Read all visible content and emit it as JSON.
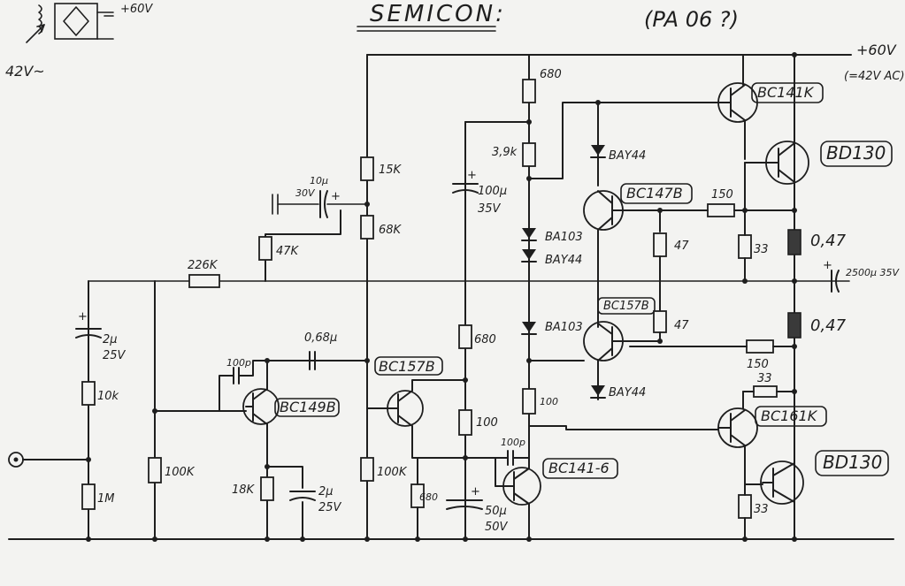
{
  "header": {
    "title": "SEMICON:",
    "note": "(PA 06 ?)",
    "supply_v": "+60V",
    "mains": "42V~",
    "rail_v": "+60V",
    "rail_note": "(=42V AC)"
  },
  "transistors": {
    "q_in": "BC149B",
    "q_fb": "BC157B",
    "q_vas": "BC141-6",
    "q_drv_n": "BC141K",
    "q_bias_a": "BC147B",
    "q_bias_b": "BC157B",
    "q_drv_p": "BC161K",
    "q_out_top": "BD130",
    "q_out_bot": "BD130"
  },
  "resistors": {
    "r_in_series": "10k",
    "r_in_shunt": "1M",
    "r_bias_base": "100K",
    "r_feedback": "226K",
    "r_47k": "47K",
    "r_15k": "15K",
    "r_68k": "68K",
    "r_18k": "18K",
    "r_100k_b": "100K",
    "r_680_a": "680",
    "r_100_a": "100",
    "r_680_b": "680",
    "r_680_c": "680",
    "r_39k": "3,9k",
    "r_100_b": "100",
    "r_150_a": "150",
    "r_47_a": "47",
    "r_47_b": "47",
    "r_150_b": "150",
    "r_33_a": "33",
    "r_33_b": "33",
    "r_33_c": "33",
    "r_047_a": "0,47",
    "r_047_b": "0,47"
  },
  "capacitors": {
    "c_in": "2μ",
    "c_in_v": "25V",
    "c_100p_a": "100p",
    "c_068": "0,68μ",
    "c_2u": "2μ",
    "c_2u_v": "25V",
    "c_10u": "10μ",
    "c_10u_v": "30V",
    "c_100u": "100μ",
    "c_100u_v": "35V",
    "c_50u": "50μ",
    "c_50u_v": "50V",
    "c_100p_b": "100p",
    "c_out": "2500μ 35V"
  },
  "diodes": {
    "d_top": "BAY44",
    "d_ba103_a": "BA103",
    "d_bay44_b": "BAY44",
    "d_ba103_b": "BA103",
    "d_bay44_c": "BAY44"
  }
}
